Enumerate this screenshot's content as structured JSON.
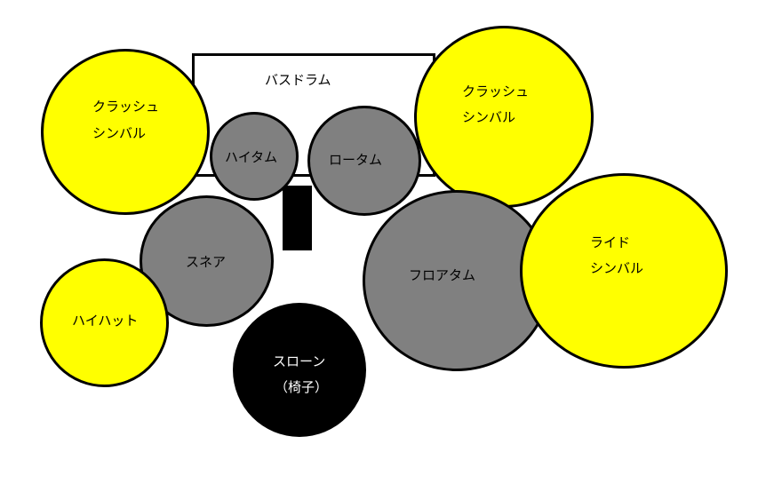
{
  "colors": {
    "cymbal": "#ffff00",
    "drum": "#808080",
    "throne": "#000000",
    "outline": "#000000",
    "background": "#ffffff"
  },
  "bass_drum": {
    "label": "バスドラム"
  },
  "hi_tom": {
    "label": "ハイタム"
  },
  "low_tom": {
    "label": "ロータム"
  },
  "crash_left": {
    "line1": "クラッシュ",
    "line2": "シンバル"
  },
  "crash_right": {
    "line1": "クラッシュ",
    "line2": "シンバル"
  },
  "snare": {
    "label": "スネア"
  },
  "hihat": {
    "label": "ハイハット"
  },
  "floor_tom": {
    "label": "フロアタム"
  },
  "ride": {
    "line1": "ライド",
    "line2": "シンバル"
  },
  "throne": {
    "line1": "スローン",
    "line2": "（椅子）"
  }
}
